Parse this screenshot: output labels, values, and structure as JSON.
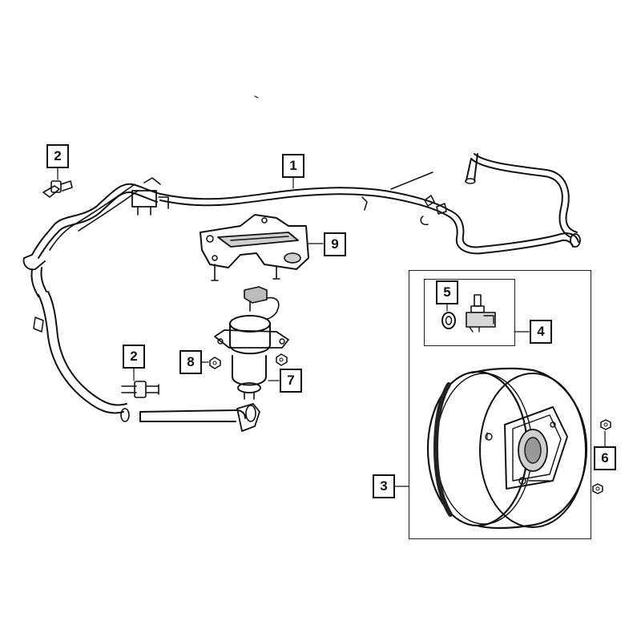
{
  "callouts": {
    "c1": "1",
    "c2a": "2",
    "c2b": "2",
    "c3": "3",
    "c4": "4",
    "c5": "5",
    "c6": "6",
    "c7": "7",
    "c8": "8",
    "c9": "9"
  },
  "colors": {
    "line": "#111111",
    "background": "#ffffff",
    "shade": "#cfcfcf"
  }
}
